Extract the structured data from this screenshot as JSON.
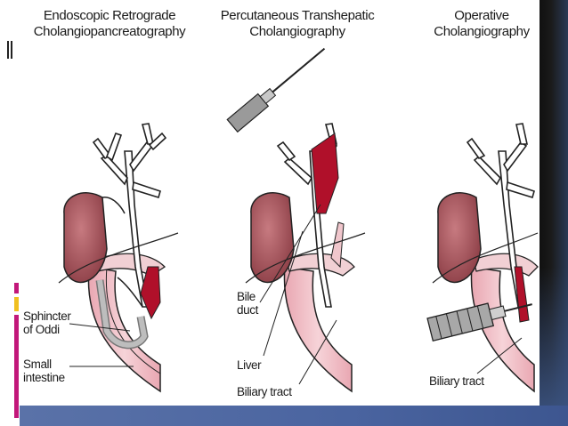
{
  "panels": [
    {
      "title_line1": "Endoscopic Retrograde",
      "title_line2": "Cholangiopancreatography",
      "labels": {
        "sphincter_line1": "Sphincter",
        "sphincter_line2": "of Oddi",
        "intestine_line1": "Small",
        "intestine_line2": "intestine"
      }
    },
    {
      "title_line1": "Percutaneous Transhepatic",
      "title_line2": "Cholangiography",
      "labels": {
        "bile_line1": "Bile",
        "bile_line2": "duct",
        "liver": "Liver",
        "biliary": "Biliary tract"
      }
    },
    {
      "title_line1": "Operative",
      "title_line2": "Cholangiography",
      "labels": {
        "biliary": "Biliary tract"
      }
    }
  ],
  "colors": {
    "contrast": "#b0102a",
    "intestine_fill": "#f3c6cc",
    "gallbladder": "#a8545a",
    "frame_dark": "#111111",
    "frame_band": "#5a72a8",
    "accent_magenta": "#c2177a",
    "accent_yellow": "#f0c020"
  }
}
